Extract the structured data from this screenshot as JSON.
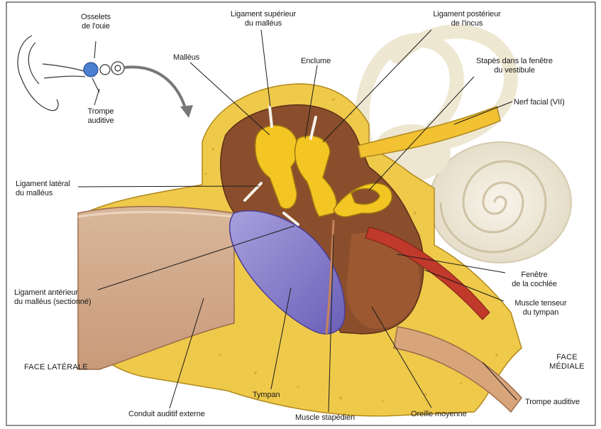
{
  "labels": {
    "osselets": [
      "Osselets",
      "de l'ouie"
    ],
    "trompe_inset": [
      "Trompe",
      "auditive"
    ],
    "lig_sup": [
      "Ligament supérieur",
      "du malléus"
    ],
    "lig_post": [
      "Ligament postérieur",
      "de l'incus"
    ],
    "malleus": "Malléus",
    "enclume": "Enclume",
    "stapes": [
      "Stapès dans la fenêtre",
      "du vestibule"
    ],
    "nerf": "Nerf facial (VII)",
    "lig_lat": [
      "Ligament latéral",
      "du malléus"
    ],
    "lig_ant": [
      "Ligament antérieur",
      "du malléus (sectionné)"
    ],
    "fenetre": [
      "Fenêtre",
      "de la cochlée"
    ],
    "muscle_tenseur": [
      "Muscle tenseur",
      "du tympan"
    ],
    "face_laterale": "FACE LATÉRALE",
    "face_mediale": [
      "FACE",
      "MÉDIALE"
    ],
    "tympan": "Tympan",
    "conduit": "Conduit auditif externe",
    "muscle_stapedien": "Muscle stapédien",
    "oreille": "Oreille moyenne",
    "trompe": "Trompe auditive"
  }
}
